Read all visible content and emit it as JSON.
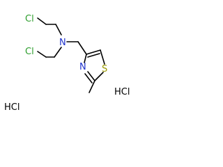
{
  "molecule": {
    "atoms": {
      "cl_upper": "Cl",
      "cl_lower": "Cl",
      "nitrogen_amine": "N",
      "nitrogen_ring": "N",
      "sulfur": "S"
    },
    "salts": [
      "HCl",
      "HCl"
    ]
  },
  "colors": {
    "chlorine": "#2e9e2e",
    "nitrogen": "#1f33cc",
    "sulfur": "#9b9b00",
    "bond": "#000000",
    "salt_text": "#000000"
  }
}
